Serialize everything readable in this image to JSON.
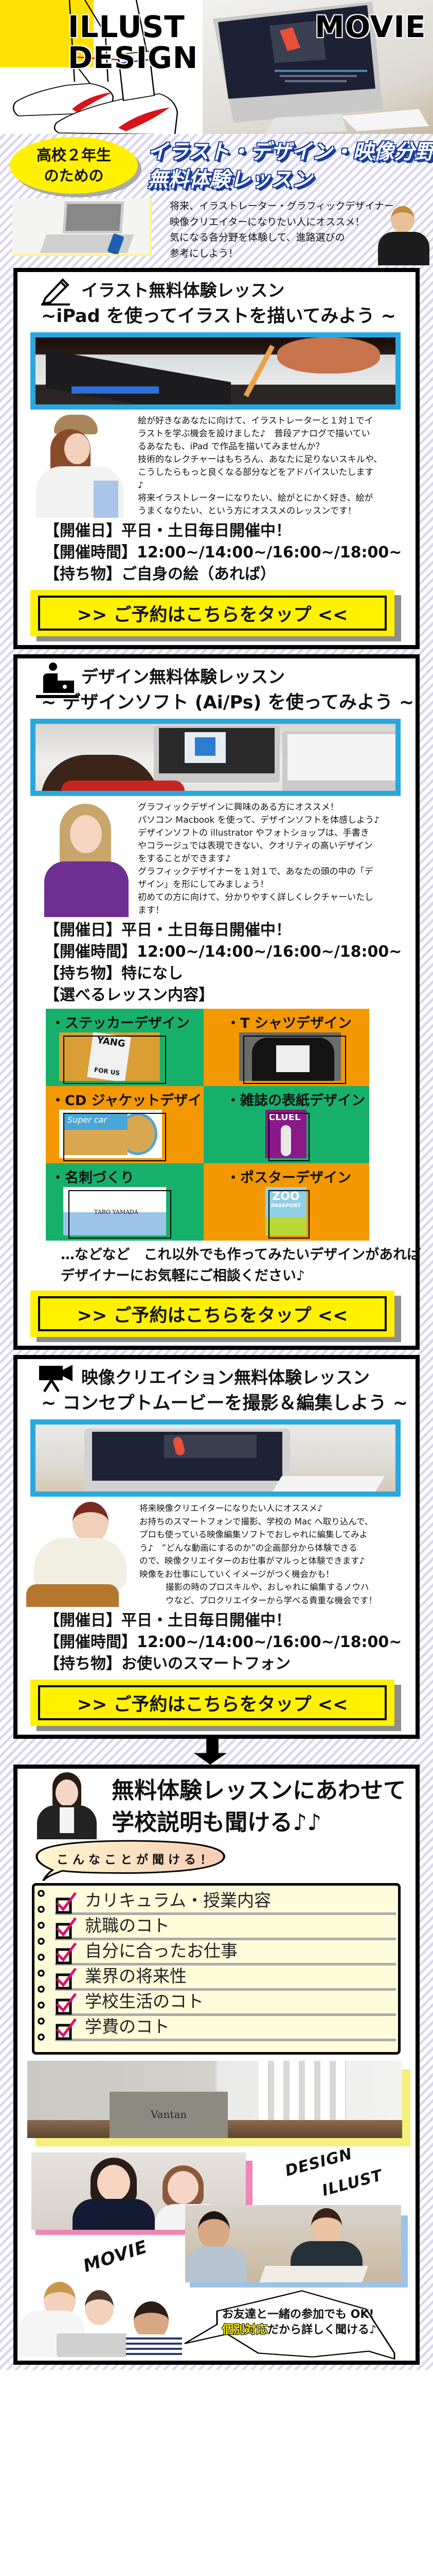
{
  "hero": {
    "label_illust": "ILLUST",
    "label_design": "DESIGN",
    "label_movie": "MOVIE"
  },
  "intro": {
    "badge_line1": "高校２年生",
    "badge_line2": "のための",
    "title_line1": "イラスト・デザイン・映像分野",
    "title_line2": "無料体験レッスン",
    "description": [
      "将来、イラストレーター・グラフィックデザイナー",
      "映像クリエイターになりたい人にオススメ！",
      "気になる各分野を体験して、進路選びの",
      "参考にしよう！"
    ]
  },
  "lessons": [
    {
      "icon": "pencil-icon",
      "title": "イラスト無料体験レッスン",
      "subtitle": "~iPad を使ってイラストを描いてみよう ~",
      "description": [
        "絵が好きなあなたに向けて、イラストレーターと１対１でイ",
        "ラストを学ぶ機会を設けました♪　普段アナログで描いてい",
        "るあなたも、iPad で作品を描いてみませんか？",
        "技術的なレクチャーはもちろん、あなたに足りないスキルや、",
        "こうしたらもっと良くなる部分などをアドバイスいたします",
        "♪",
        "将来イラストレーターになりたい、絵がとにかく好き、絵が",
        "うまくなりたい、という方にオススメのレッスンです！"
      ],
      "info": [
        {
          "label": "【開催日】",
          "value": "平日・土日毎日開催中！"
        },
        {
          "label": "【開催時間】",
          "value": "12:00~/14:00~/16:00~/18:00~"
        },
        {
          "label": "【持ち物】",
          "value": "ご自身の絵（あれば）"
        }
      ],
      "cta": ">> ご予約はこちらをタップ <<"
    },
    {
      "icon": "person-at-computer-icon",
      "title": "デザイン無料体験レッスン",
      "subtitle": "~ デザインソフト (Ai/Ps) を使ってみよう ~",
      "description": [
        "グラフィックデザインに興味のある方にオススメ！",
        "パソコン Macbook を使って、デザインソフトを体感しよう♪",
        "デザインソフトの illustrator やフォトショップは、手書き",
        "やコラージュでは表現できない、クオリティの高いデザイン",
        "をすることができます♪",
        "グラフィックデザイナーを１対１で、あなたの頭の中の「デ",
        "ザイン」を形にしてみましょう！",
        "初めての方に向けて、分かりやすく詳しくレクチャーいたし",
        "ます！"
      ],
      "info": [
        {
          "label": "【開催日】",
          "value": "平日・土日毎日開催中！"
        },
        {
          "label": "【開催時間】",
          "value": "12:00~/14:00~/16:00~/18:00~"
        },
        {
          "label": "【持ち物】",
          "value": "特になし"
        },
        {
          "label": "【選べるレッスン内容】",
          "value": ""
        }
      ],
      "options": [
        {
          "label": "・ステッカーデザイン",
          "color": "#17b06b",
          "art_text": [
            "YANG",
            "FOR US"
          ]
        },
        {
          "label": "・T シャツデザイン",
          "color": "#f39800",
          "art_text": []
        },
        {
          "label": "・CD ジャケットデザイン",
          "color": "#f39800",
          "art_text": [
            "Super car"
          ]
        },
        {
          "label": "・雑誌の表紙デザイン",
          "color": "#17b06b",
          "art_text": [
            "CLUEL"
          ]
        },
        {
          "label": "・名刺づくり",
          "color": "#17b06b",
          "art_text": [
            "TARO YAMADA"
          ]
        },
        {
          "label": "・ポスターデザイン",
          "color": "#f39800",
          "art_text": [
            "ZOO",
            "PASSPORT"
          ]
        }
      ],
      "note": [
        "…などなど　これ以外でも作ってみたいデザインがあれば",
        "デザイナーにお気軽にご相談ください♪"
      ],
      "cta": ">> ご予約はこちらをタップ <<"
    },
    {
      "icon": "video-camera-icon",
      "title": "映像クリエイション無料体験レッスン",
      "subtitle": "~ コンセプトムービーを撮影＆編集しよう ~",
      "description": [
        "将来映像クリエイターになりたい人にオススメ♪",
        "お持ちのスマートフォンで撮影、学校の Mac へ取り込んで、",
        "プロも使っている映像編集ソフトでおしゃれに編集してみよ",
        "う♪　”どんな動画にするのか”の企画部分から体験できる",
        "ので、映像クリエイターのお仕事がマルっと体験できます♪",
        "映像をお仕事にしていくイメージがつく機会かも！",
        "撮影の時のプロスキルや、おしゃれに編集するノウハ",
        "ウなど、プロクリエイターから学べる貴重な機会です！"
      ],
      "info": [
        {
          "label": "【開催日】",
          "value": "平日・土日毎日開催中！"
        },
        {
          "label": "【開催時間】",
          "value": "12:00~/14:00~/16:00~/18:00~"
        },
        {
          "label": "【持ち物】",
          "value": "お使いのスマートフォン"
        }
      ],
      "cta": ">> ご予約はこちらをタップ <<"
    }
  ],
  "school": {
    "title_line1": "無料体験レッスンにあわせて",
    "title_line2": "学校説明も聞ける♪♪",
    "bubble": "こんなことが聞ける！",
    "checklist": [
      "カリキュラム・授業内容",
      "就職のコト",
      "自分に合ったお仕事",
      "業界の将来性",
      "学校生活のコト",
      "学費のコト"
    ],
    "photo_sign": "Vantan",
    "brush_design": "DESIGN",
    "brush_illust": "ILLUST",
    "brush_movie": "MOVIE",
    "callout_line1": "お友達と一緒の参加でも OK!",
    "callout_highlight": "個別対応",
    "callout_rest": "だから詳しく聞ける♪"
  },
  "colors": {
    "accent_yellow": "#fff100",
    "frame_blue": "#29a8e0",
    "title_blue": "#1a3c9c",
    "option_green": "#17b06b",
    "option_orange": "#f39800",
    "check_pink": "#e4007f",
    "stripe_lavender": "#dcd7ef"
  }
}
